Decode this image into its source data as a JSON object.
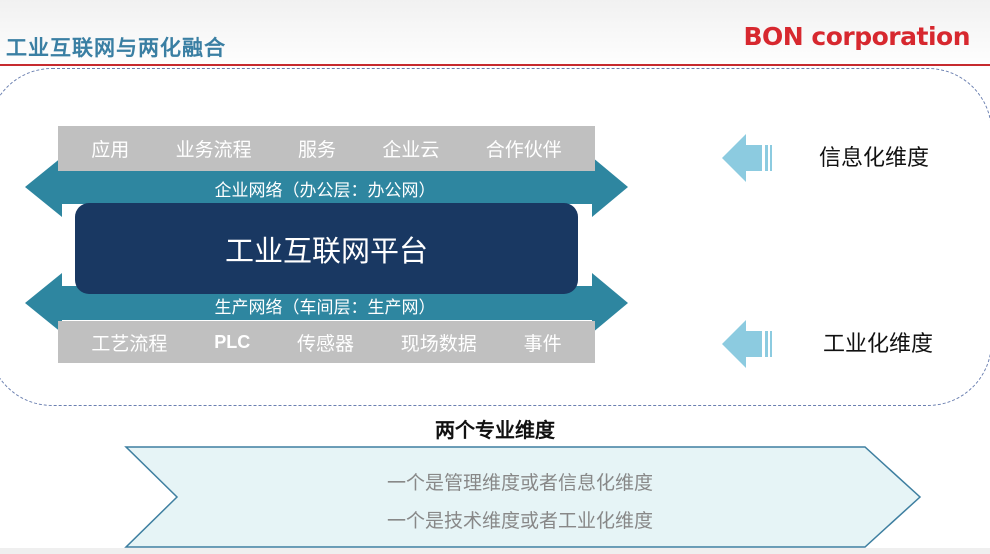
{
  "header": {
    "title": "工业互联网与两化融合",
    "logo": "BON corporation"
  },
  "diagram": {
    "top_band_items": [
      "应用",
      "业务流程",
      "服务",
      "企业云",
      "合作伙伴"
    ],
    "enterprise_network": "企业网络（办公层：办公网）",
    "platform": "工业互联网平台",
    "production_network": "生产网络（车间层：生产网）",
    "bottom_band_items": [
      "工艺流程",
      "PLC",
      "传感器",
      "现场数据",
      "事件"
    ],
    "dimension_info": "信息化维度",
    "dimension_industry": "工业化维度"
  },
  "summary": {
    "subtitle": "两个专业维度",
    "line1": "一个是管理维度或者信息化维度",
    "line2": "一个是技术维度或者工业化维度"
  },
  "colors": {
    "teal_arrow": "#2e86a0",
    "light_arrow": "#8ccbe0",
    "platform": "#193862",
    "chevron_fill": "#e6f4f6",
    "chevron_stroke": "#3e7fa0",
    "accent_red": "#d7282f"
  }
}
